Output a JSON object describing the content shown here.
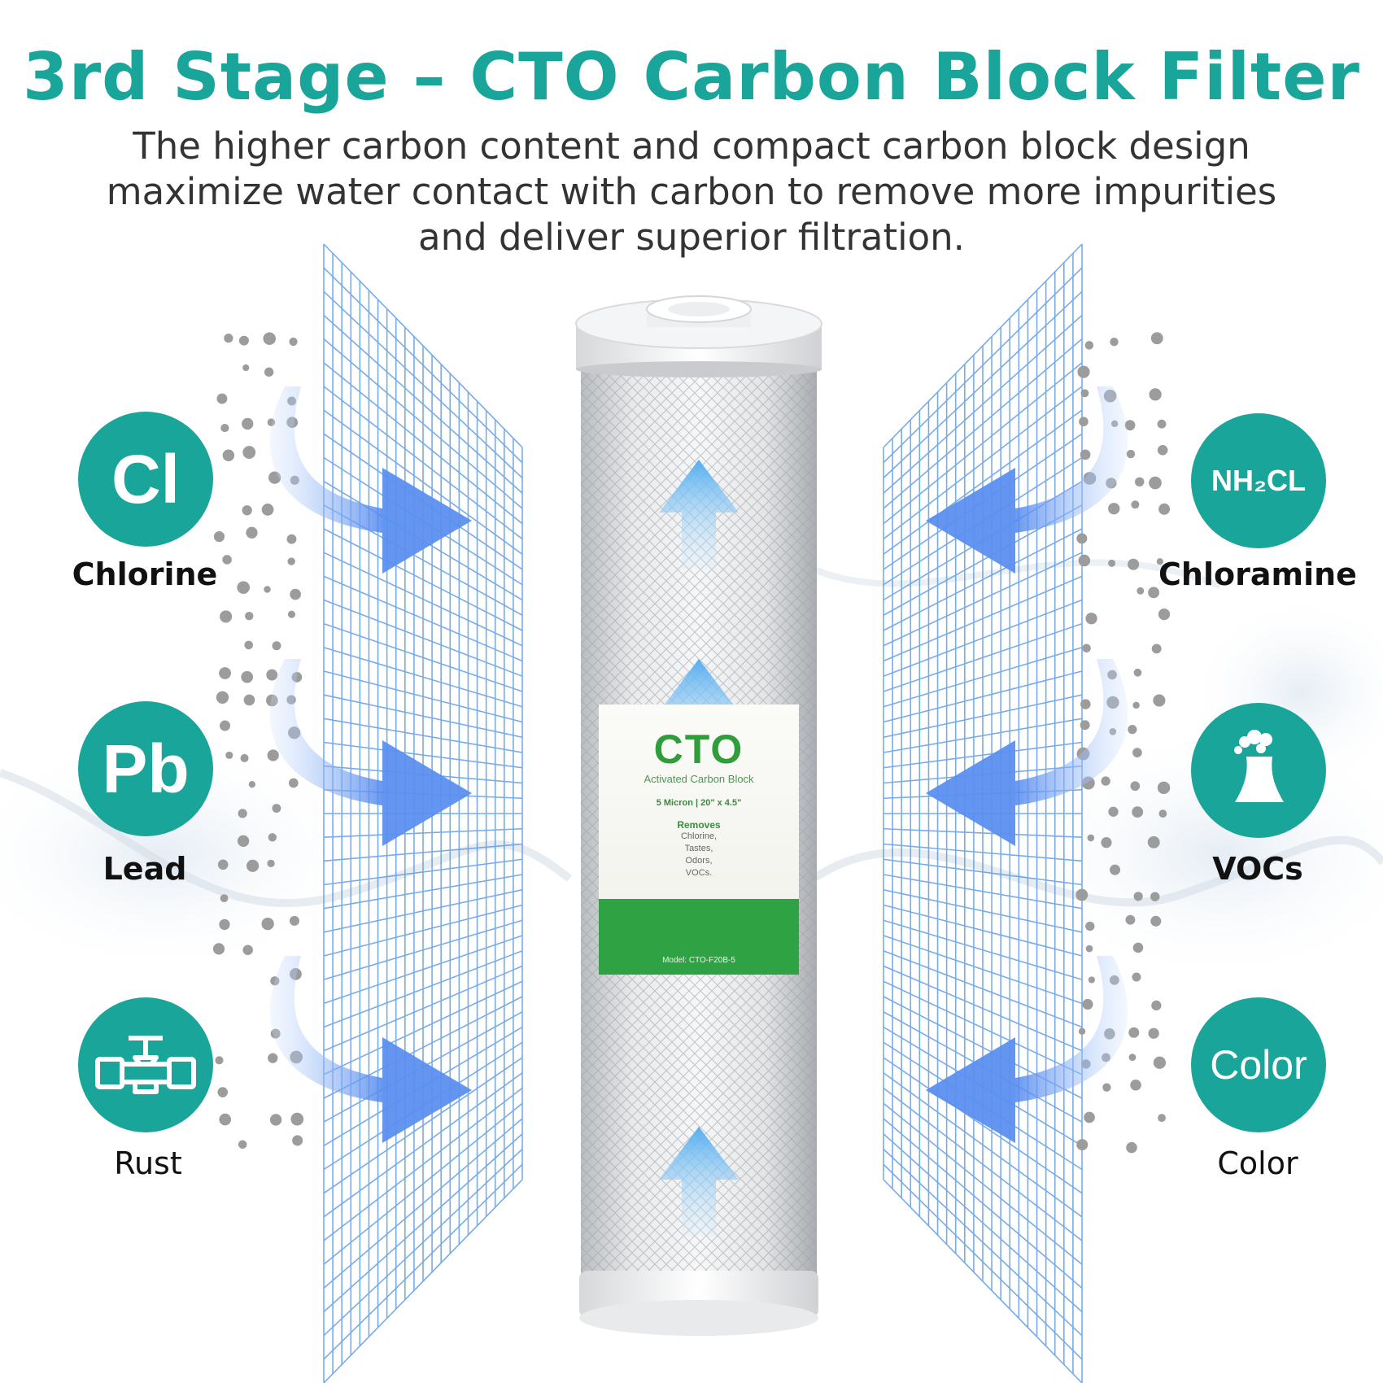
{
  "heading": {
    "title": "3rd Stage – CTO Carbon Block Filter",
    "description": [
      "The higher carbon content and compact carbon block design",
      "maximize water contact with carbon to remove more impurities",
      "and deliver superior filtration."
    ]
  },
  "colors": {
    "teal": "#1aa59a",
    "mesh": "#4a90e2",
    "arrow": "#5b8ff0",
    "label_green": "#2f9d3a"
  },
  "contaminants": {
    "left": [
      {
        "symbol": "Cl",
        "name": "Chlorine",
        "icon": "chlorine-icon"
      },
      {
        "symbol": "Pb",
        "name": "Lead",
        "icon": "lead-icon"
      },
      {
        "symbol": "",
        "name": "Rust",
        "icon": "pipe-valve-icon"
      }
    ],
    "right": [
      {
        "symbol": "NH₂CL",
        "name": "Chloramine",
        "icon": "chloramine-icon"
      },
      {
        "symbol": "",
        "name": "VOCs",
        "icon": "factory-smoke-icon"
      },
      {
        "symbol": "Color",
        "name": "Color",
        "icon": "color-icon"
      }
    ]
  },
  "product_label": {
    "brand": "CTO",
    "subtitle": "Activated Carbon Block",
    "spec": "5 Micron | 20\" x 4.5\"",
    "removes_title": "Removes",
    "removes": [
      "Chlorine,",
      "Tastes,",
      "Odors,",
      "VOCs."
    ],
    "model": "Model: CTO-F20B-5"
  }
}
